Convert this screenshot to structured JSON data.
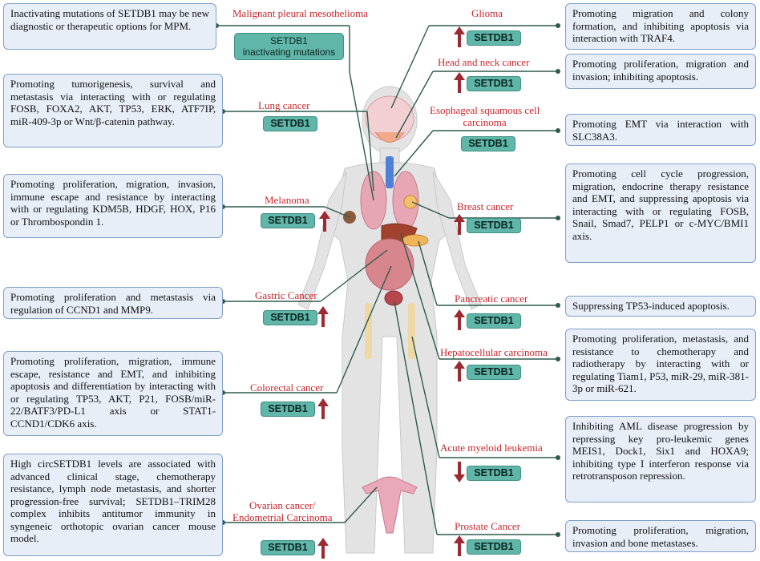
{
  "gene_label": "SETDB1",
  "mesothelioma": {
    "title": "Malignant pleural mesothelioma",
    "badge_line1": "SETDB1",
    "badge_line2": "inactivating mutations",
    "text": "Inactivating mutations of SETDB1 may be new diagnostic or therapeutic options for MPM."
  },
  "lung": {
    "title": "Lung cancer",
    "text": "Promoting tumorigenesis, survival and metastasis via interacting with or regulating FOSB, FOXA2, AKT, TP53, ERK, ATF7IP, miR-409-3p or Wnt/β-catenin pathway."
  },
  "melanoma": {
    "title": "Melanoma",
    "text": "Promoting proliferation, migration, invasion, immune escape and resistance by interacting with or regulating KDM5B, HDGF, HOX, P16 or Thrombospondin 1."
  },
  "gastric": {
    "title": "Gastric Cancer",
    "text": "Promoting proliferation and metastasis via regulation of CCND1 and MMP9."
  },
  "colorectal": {
    "title": "Colorectal cancer",
    "text": "Promoting proliferation, migration, immune escape, resistance and EMT, and inhibiting apoptosis and differentiation by interacting with or regulating TP53, AKT, P21, FOSB/miR-22/BATF3/PD-L1 axis or STAT1-CCND1/CDK6 axis."
  },
  "ovarian": {
    "title_line1": "Ovarian cancer/",
    "title_line2": "Endometrial Carcinoma",
    "text": "High circSETDB1 levels are associated with advanced clinical stage, chemotherapy resistance, lymph node metastasis, and shorter progression-free survival; SETDB1–TRIM28 complex inhibits antitumor immunity in syngeneic orthotopic ovarian cancer mouse model."
  },
  "glioma": {
    "title": "Glioma",
    "text": "Promoting migration and colony formation, and inhibiting apoptosis via interaction with TRAF4."
  },
  "head_neck": {
    "title": "Head and neck cancer",
    "text": "Promoting proliferation, migration and invasion; inhibiting apoptosis."
  },
  "esophageal": {
    "title_line1": "Esophageal squamous cell",
    "title_line2": "carcinoma",
    "text": "Promoting EMT via interaction with SLC38A3."
  },
  "breast": {
    "title": "Breast cancer",
    "text": "Promoting cell cycle progression, migration, endocrine therapy resistance and EMT, and suppressing apoptosis via interacting with or regulating FOSB, Snail, Smad7, PELP1 or c-MYC/BMI1 axis."
  },
  "pancreatic": {
    "title": "Pancreatic cancer",
    "text": "Suppressing TP53-induced apoptosis."
  },
  "hepatocellular": {
    "title": "Hepatocellular carcinoma",
    "text": "Promoting proliferation, metastasis, and resistance to chemotherapy and radiotherapy by interacting with or regulating Tiam1, P53, miR-29, miR-381-3p or miR-621."
  },
  "aml": {
    "title": "Acute myeloid leukemia",
    "text": "Inhibiting AML disease progression by repressing key pro-leukemic genes MEIS1, Dock1, Six1 and HOXA9; inhibiting type I interferon response via retrotransposon repression."
  },
  "prostate": {
    "title": "Prostate Cancer",
    "text": "Promoting proliferation, migration, invasion and bone metastases."
  },
  "colors": {
    "arrow": "#9c2a33",
    "label": "#c8262c",
    "badge": "#5fb6a9",
    "box_fill": "#e7eef8",
    "box_border": "#7f9fc8",
    "line": "#2e5a4d"
  }
}
